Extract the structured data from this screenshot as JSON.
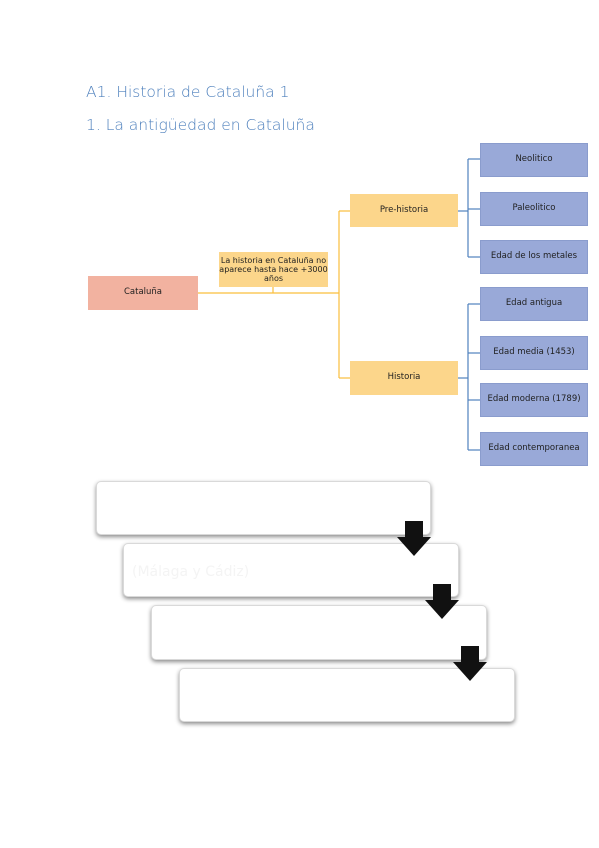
{
  "headings": {
    "title": "A1. Historia de Cataluña 1",
    "subtitle": "1. La antigüedad en Cataluña"
  },
  "diagram": {
    "root": "Cataluña",
    "intro": "La historia en Cataluña no aparece hasta hace +3000 años",
    "branches": [
      {
        "label": "Pre-historia",
        "items": [
          "Neolitico",
          "Paleolitico",
          "Edad de los metales"
        ]
      },
      {
        "label": "Historia",
        "items": [
          "Edad antigua",
          "Edad media (1453)",
          "Edad moderna (1789)",
          "Edad contemporanea"
        ]
      }
    ],
    "colors": {
      "root": "#f2b2a0",
      "intermediate": "#fcd68b",
      "leaf": "#99a9d8",
      "connector_orange": "#fbbf3c",
      "connector_blue": "#4f81bd"
    }
  },
  "process": {
    "steps": [
      "",
      "(Málaga  y Cádiz)",
      "",
      ""
    ],
    "arrow_icon": "arrow-down-icon"
  }
}
